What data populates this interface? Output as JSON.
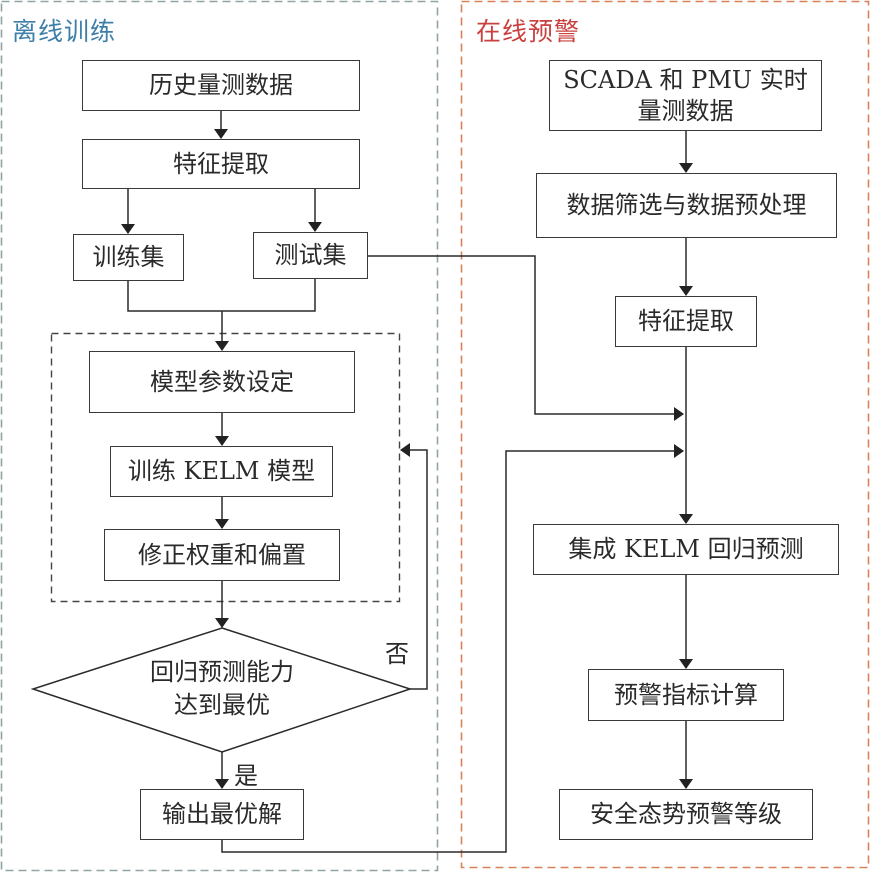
{
  "panels": {
    "offline": {
      "title": "离线训练",
      "title_color": "#3d7fa8",
      "border_color": "#8fa3a3"
    },
    "online": {
      "title": "在线预警",
      "title_color": "#c9403f",
      "border_color": "#d9825a"
    }
  },
  "offline_nodes": {
    "history_data": "历史量测数据",
    "feature_extraction": "特征提取",
    "training_set": "训练集",
    "test_set": "测试集",
    "model_params": "模型参数设定",
    "train_kelm": "训练 KELM 模型",
    "adjust_weights": "修正权重和偏置",
    "decision_line1": "回归预测能力",
    "decision_line2": "达到最优",
    "no_label": "否",
    "yes_label": "是",
    "output_optimal": "输出最优解"
  },
  "online_nodes": {
    "realtime_data_line1": "SCADA 和 PMU 实时",
    "realtime_data_line2": "量测数据",
    "data_filtering": "数据筛选与数据预处理",
    "feature_extraction": "特征提取",
    "ensemble_kelm": "集成 KELM 回归预测",
    "warning_index": "预警指标计算",
    "security_level": "安全态势预警等级"
  },
  "colors": {
    "line": "#2a2a2a"
  }
}
